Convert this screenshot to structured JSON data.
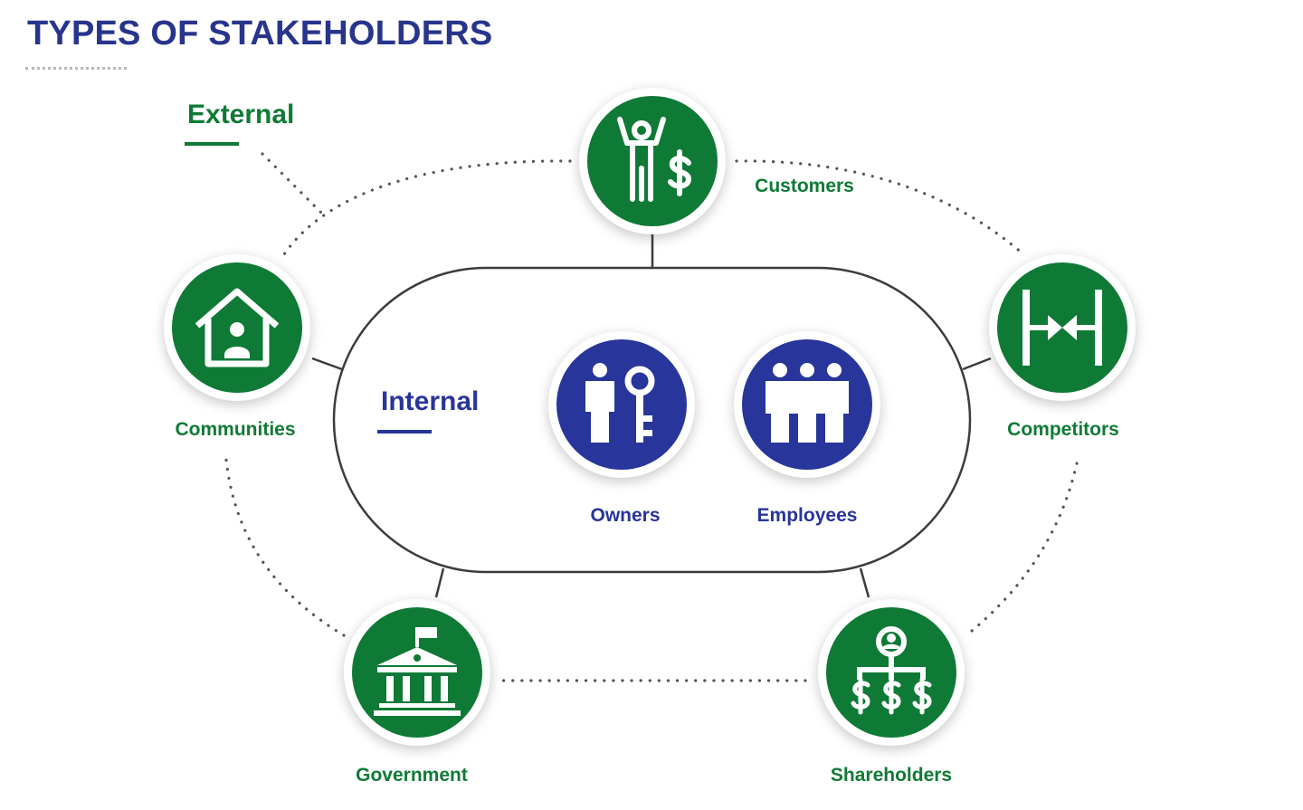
{
  "title": "TYPES OF STAKEHOLDERS",
  "colors": {
    "title": "#28358c",
    "external": "#0f7a36",
    "internal": "#28359a",
    "outline": "#3c3c3c",
    "dots": "#555555"
  },
  "groups": {
    "external": "External",
    "internal": "Internal"
  },
  "stakeholders": [
    {
      "id": "customers",
      "label": "Customers",
      "group": "external",
      "icon": "person-dollar-icon"
    },
    {
      "id": "communities",
      "label": "Communities",
      "group": "external",
      "icon": "house-person-icon"
    },
    {
      "id": "competitors",
      "label": "Competitors",
      "group": "external",
      "icon": "arrows-between-bars-icon"
    },
    {
      "id": "government",
      "label": "Government",
      "group": "external",
      "icon": "government-building-icon"
    },
    {
      "id": "shareholders",
      "label": "Shareholders",
      "group": "external",
      "icon": "shareholder-hierarchy-icon"
    },
    {
      "id": "owners",
      "label": "Owners",
      "group": "internal",
      "icon": "person-key-icon"
    },
    {
      "id": "employees",
      "label": "Employees",
      "group": "internal",
      "icon": "employee-group-icon"
    }
  ]
}
